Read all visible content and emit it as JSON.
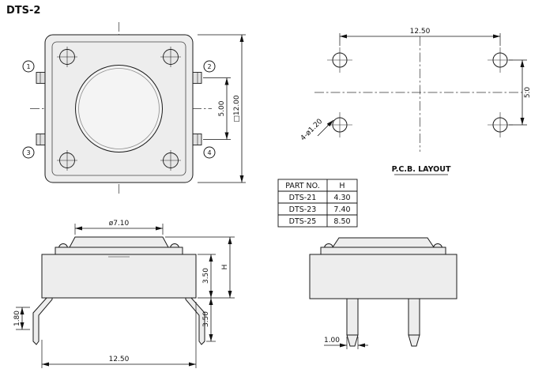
{
  "title": "DTS-2",
  "top_view": {
    "pin_labels": [
      "1",
      "2",
      "3",
      "4"
    ],
    "dim_pin_spacing": "5.00",
    "dim_body": "□12.00"
  },
  "pcb_layout": {
    "dim_horizontal": "12.50",
    "dim_vertical": "5.0",
    "hole_callout": "4-ø1.20",
    "caption": "P.C.B. LAYOUT"
  },
  "spec_table": {
    "headers": [
      "PART NO.",
      "H"
    ],
    "rows": [
      {
        "part": "DTS-21",
        "h": "4.30"
      },
      {
        "part": "DTS-23",
        "h": "7.40"
      },
      {
        "part": "DTS-25",
        "h": "8.50"
      }
    ]
  },
  "front_view": {
    "dim_button": "ø7.10",
    "dim_upper_body": "3.50",
    "dim_height": "H",
    "dim_lead_lower": "3.50",
    "dim_lead_bend": "1.80",
    "dim_width": "12.50"
  },
  "side_view": {
    "dim_pin_width": "1.00"
  }
}
